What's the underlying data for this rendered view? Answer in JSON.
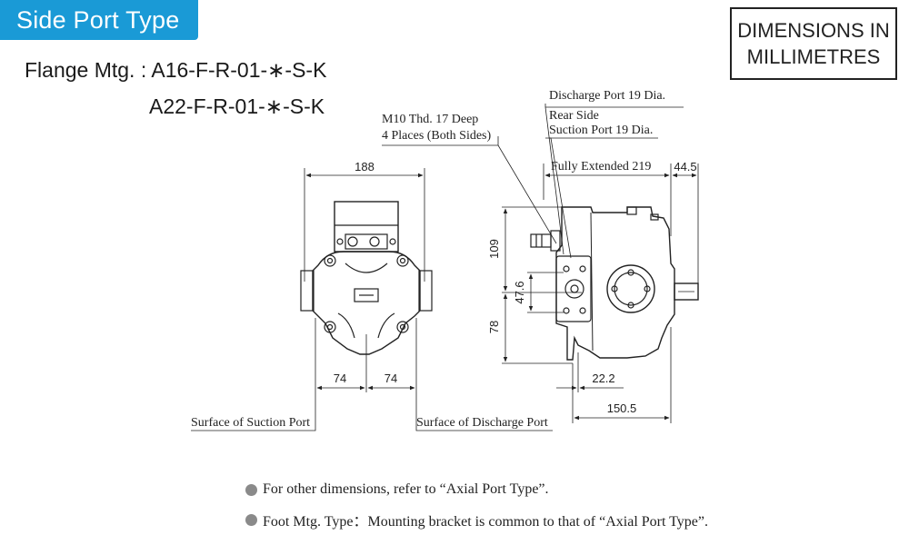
{
  "header": {
    "title": "Side Port Type"
  },
  "units_box": {
    "line1": "DIMENSIONS IN",
    "line2": "MILLIMETRES"
  },
  "models": {
    "prefix": "Flange Mtg. : ",
    "model1": "A16-F-R-01-∗-S-K",
    "model2": "A22-F-R-01-∗-S-K"
  },
  "callouts": {
    "thread_line1": "M10 Thd. 17 Deep",
    "thread_line2": "4 Places (Both Sides)",
    "discharge_port": "Discharge Port 19 Dia.",
    "rear_side": "Rear Side",
    "suction_port": "Suction Port 19 Dia.",
    "fully_extended_label": "Fully Extended 219",
    "surface_suction": "Surface of Suction Port",
    "surface_discharge": "Surface of Discharge Port"
  },
  "dimensions": {
    "width": "188",
    "offset_left": "74",
    "offset_right": "74",
    "shaft_ext": "44.5",
    "height_upper": "109",
    "port_height": "47.6",
    "height_lower": "78",
    "port_offset": "22.2",
    "depth": "150.5"
  },
  "notes": [
    "For other dimensions, refer to “Axial Port Type”.",
    "Foot Mtg. Type：Mounting bracket is common to that of “Axial Port Type”."
  ],
  "icons": {
    "bullet": "circle-bullet-icon"
  },
  "colors": {
    "header_bg": "#1a9ad6",
    "header_text": "#ffffff",
    "line": "#222222",
    "bullet": "#8a8a8a"
  }
}
